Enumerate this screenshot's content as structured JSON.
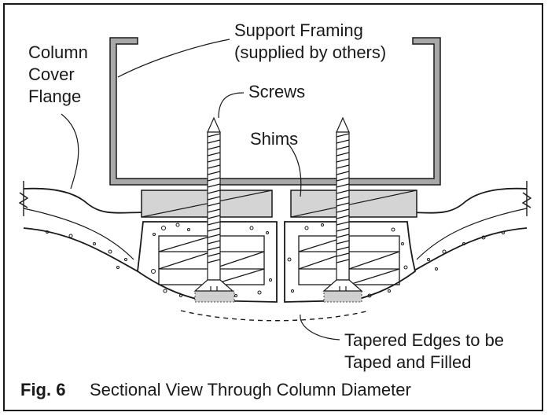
{
  "labels": {
    "column_line1": "Column",
    "column_line2": "Cover",
    "column_line3": "Flange",
    "support_line1": "Support Framing",
    "support_line2": "(supplied by others)",
    "screws": "Screws",
    "shims": "Shims",
    "tapered_line1": "Tapered Edges to be",
    "tapered_line2": "Taped and Filled"
  },
  "caption": {
    "figure": "Fig. 6",
    "title": "Sectional View Through Column Diameter"
  },
  "colors": {
    "line": "#1a1a1a",
    "framing_fill": "#a8a8a8",
    "shim_fill": "#d4d4d4",
    "joint_fill": "#cfcfcf"
  }
}
